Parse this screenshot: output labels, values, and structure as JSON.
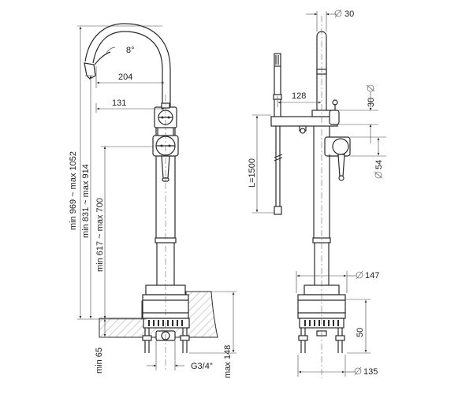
{
  "labels": {
    "angle": "8°",
    "spout_reach": "204",
    "handle_offset": "131",
    "height_total": "min 969 ~ max 1052",
    "height_spout": "min 831 ~ max 914",
    "height_body": "min 617 ~ max 700",
    "floor_min": "min 65",
    "thread": "G3/4\"",
    "floor_max": "max 148",
    "pipe_dia": "30",
    "shower_offset": "128",
    "hose_length": "L=1500",
    "handle_dia": "30",
    "lever_dia": "54",
    "collar_dia": "147",
    "flange_height": "50",
    "base_dia": "135"
  },
  "colors": {
    "line": "#2a2a2a",
    "hatch": "#bbbbbb"
  }
}
